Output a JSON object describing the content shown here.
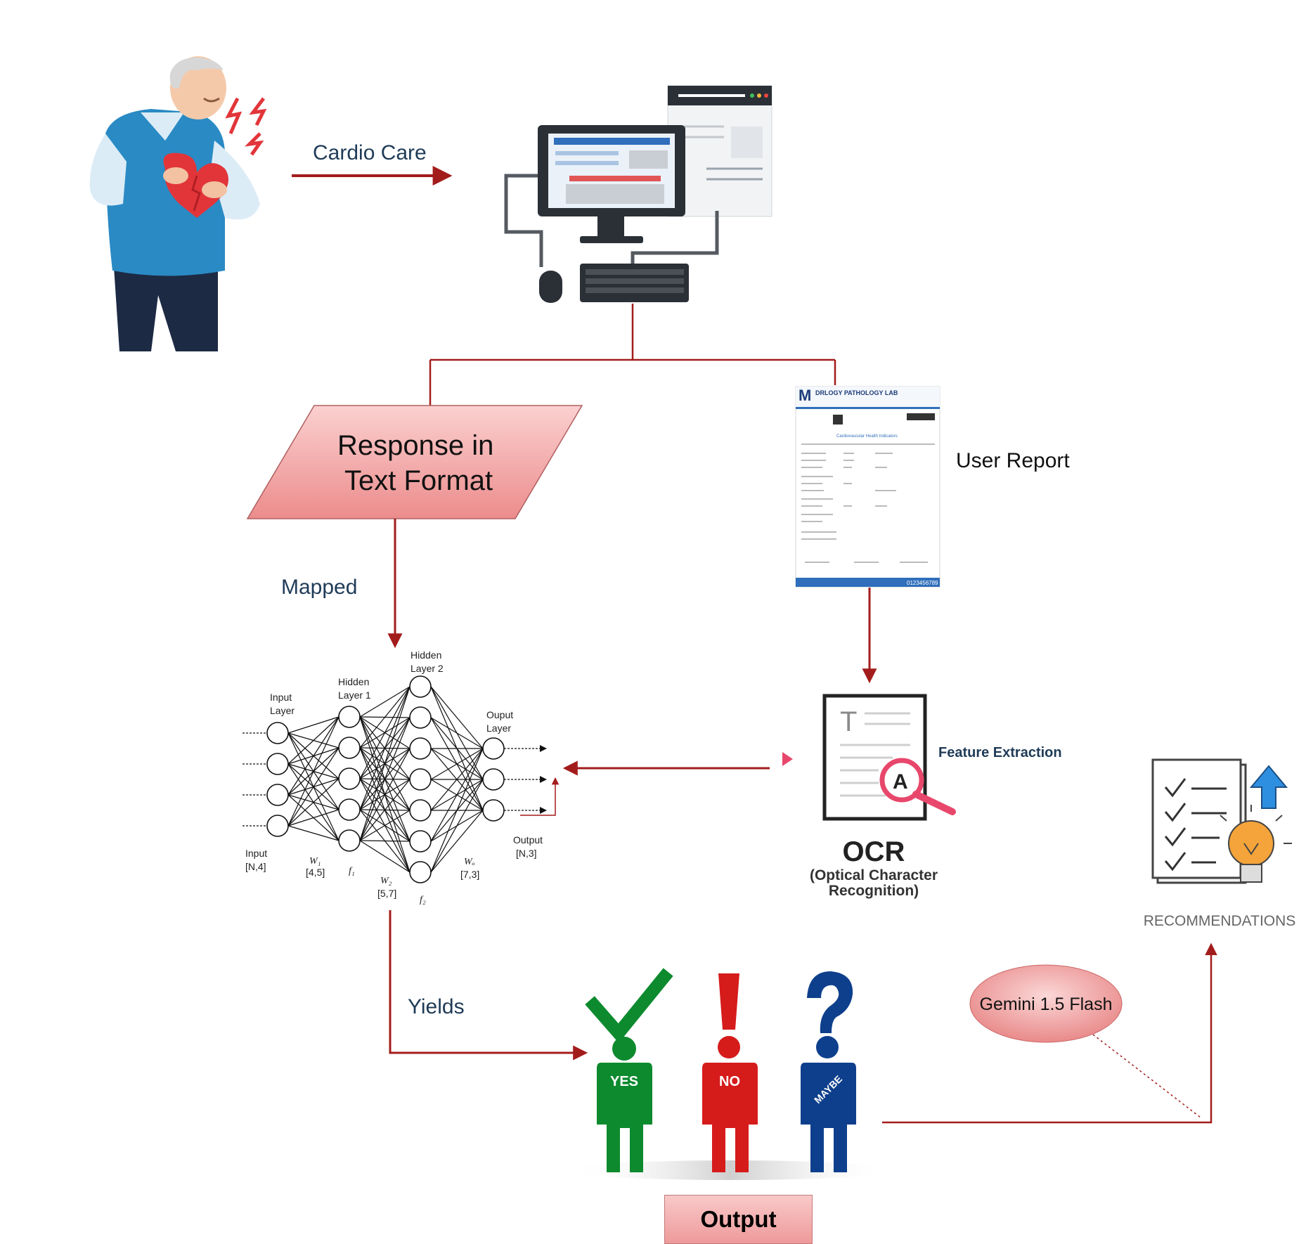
{
  "labels": {
    "cardio_care": "Cardio Care",
    "response_line1": "Response in",
    "response_line2": "Text Format",
    "user_report": "User Report",
    "mapped": "Mapped",
    "feature_extraction": "Feature Extraction",
    "yields": "Yields",
    "gemini": "Gemini 1.5 Flash",
    "recommendations": "RECOMMENDATIONS",
    "output": "Output"
  },
  "ocr": {
    "title": "OCR",
    "subtitle_line1": "(Optical Character",
    "subtitle_line2": "Recognition)"
  },
  "nn": {
    "input_layer_1": "Input",
    "input_layer_2": "Layer",
    "hidden1_1": "Hidden",
    "hidden1_2": "Layer 1",
    "hidden2_1": "Hidden",
    "hidden2_2": "Layer 2",
    "output_layer_1": "Ouput",
    "output_layer_2": "Layer",
    "input_dim_1": "Input",
    "input_dim_2": "[N,4]",
    "w1": "W₁",
    "w1_dim": "[4,5]",
    "f1": "f₁",
    "w2": "W₂",
    "w2_dim": "[5,7]",
    "f2": "f₂",
    "wo": "Wₒ",
    "wo_dim": "[7,3]",
    "output_dim_1": "Output",
    "output_dim_2": "[N,3]"
  },
  "report": {
    "lab_name": "DRLOGY PATHOLOGY LAB",
    "section": "Cardiovascular Health Indicators",
    "phone": "0123456789"
  },
  "figures": {
    "yes": "YES",
    "no": "NO",
    "maybe": "MAYBE"
  },
  "colors": {
    "arrow": "#a31c1c",
    "parallelogram_top": "#fbd0d0",
    "parallelogram_bottom": "#ec8c8c",
    "label_text": "#1f3b57",
    "yes_green": "#0d8a2e",
    "no_red": "#d61b1b",
    "maybe_blue": "#0e3f8c"
  },
  "icons": [
    "patient-icon",
    "computer-icon",
    "report-document-icon",
    "ocr-document-icon",
    "magnifier-icon",
    "checklist-icon",
    "lightbulb-icon",
    "up-arrow-icon"
  ]
}
